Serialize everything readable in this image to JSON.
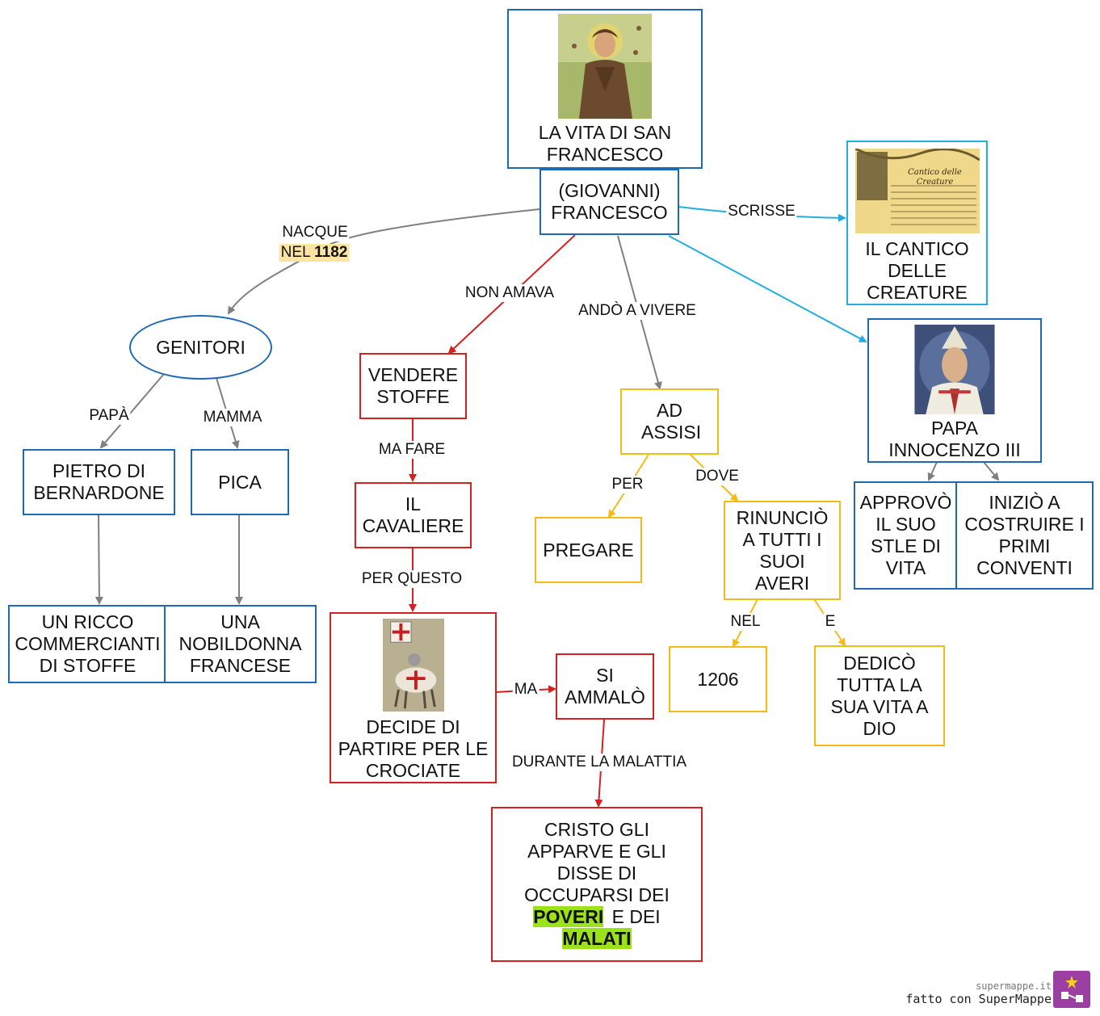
{
  "nodes": {
    "title": "LA VITA DI SAN FRANCESCO",
    "francesco": "(GIOVANNI) FRANCESCO",
    "cantico": "IL CANTICO DELLE CREATURE",
    "cantico_image_text": "Cantico delle Creature",
    "papa": "PAPA INNOCENZO III",
    "approvo": "APPROVÒ IL SUO STLE DI VITA",
    "inizio": "INIZIÒ A COSTRUIRE I PRIMI CONVENTI",
    "genitori": "GENITORI",
    "pietro": "PIETRO DI BERNARDONE",
    "pica": "PICA",
    "ricco": "UN RICCO COMMERCIANTI DI STOFFE",
    "nobildonna": "UNA NOBILDONNA FRANCESE",
    "vendere": "VENDERE STOFFE",
    "cavaliere": "IL CAVALIERE",
    "crociate": "DECIDE DI PARTIRE PER LE CROCIATE",
    "ammalo": "SI AMMALÒ",
    "cristo_a": "CRISTO GLI APPARVE E GLI DISSE DI OCCUPARSI DEI",
    "cristo_poveri": "POVERI",
    "cristo_e_dei": "E DEI",
    "cristo_malati": "MALATI",
    "assisi": "AD ASSISI",
    "pregare": "PREGARE",
    "rinuncio": "RINUNCIÒ A TUTTI I SUOI AVERI",
    "anno": "1206",
    "dedico": "DEDICÒ TUTTA LA SUA VITA A DIO"
  },
  "labels": {
    "nacque": "NACQUE",
    "nel": "NEL",
    "year": "1182",
    "scrisse": "SCRISSE",
    "non_amava": "NON AMAVA",
    "ando": "ANDÒ A VIVERE",
    "papa_edge": "PAPÀ",
    "mamma": "MAMMA",
    "ma_fare": "MA FARE",
    "per_questo": "PER QUESTO",
    "ma": "MA",
    "durante": "DURANTE LA MALATTIA",
    "per": "PER",
    "dove": "DOVE",
    "nel_edge": "NEL",
    "e": "E"
  },
  "footer": {
    "site": "supermappe.it",
    "made": "fatto con SuperMappe"
  },
  "colors": {
    "blue": "#1f68b3",
    "red": "#d62020",
    "yellow": "#f4bb16",
    "cyan": "#22aee0",
    "gray": "#808080",
    "highlight_orange": "#fde4a2",
    "highlight_green": "#9be21b"
  }
}
